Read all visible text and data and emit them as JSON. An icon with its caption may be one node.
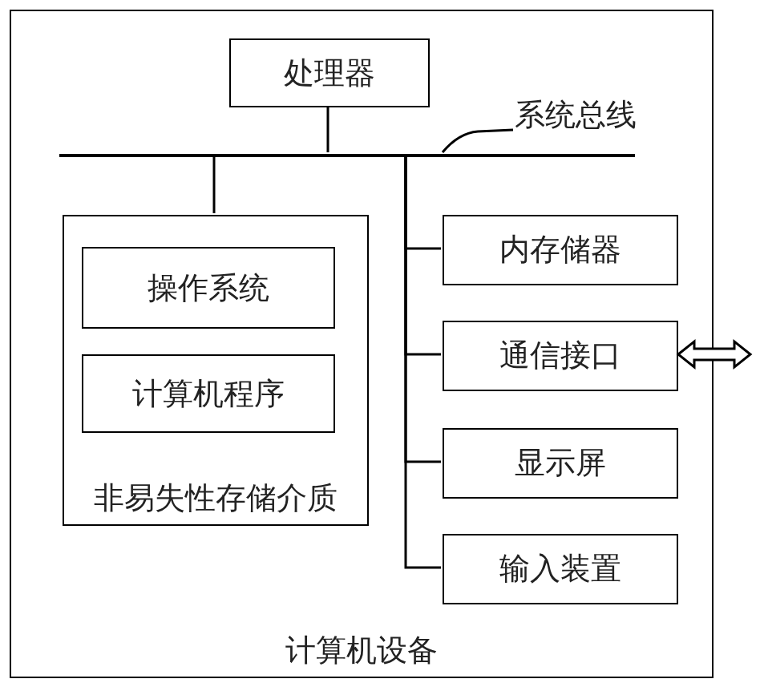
{
  "diagram": {
    "nodes": [
      {
        "text": [
          "计算机设备"
        ]
      },
      {
        "text": [
          "处理器"
        ],
        "in": 0
      },
      {
        "text": [
          "系统总线"
        ],
        "in": 0
      },
      {
        "text": [],
        "shape": "bar",
        "in": 0
      },
      {
        "text": [
          "非易失性存储介质"
        ],
        "in": 0
      },
      {
        "text": [
          "操作系统"
        ],
        "in": 4
      },
      {
        "text": [
          "计算机程序"
        ],
        "in": 4
      },
      {
        "text": [
          "内存储器"
        ],
        "in": 0
      },
      {
        "text": [
          "通信接口"
        ],
        "in": 0
      },
      {
        "text": [
          "显示屏"
        ],
        "in": 0
      },
      {
        "text": [
          "输入装置"
        ],
        "in": 0
      }
    ],
    "edges": [
      {
        "from": 1,
        "to": 3,
        "arrow": "none"
      },
      {
        "from": 2,
        "to": 3,
        "arrow": "none"
      },
      {
        "from": 3,
        "to": 4,
        "arrow": "none"
      },
      {
        "from": 3,
        "to": 7,
        "arrow": "none"
      },
      {
        "from": 3,
        "to": 8,
        "arrow": "none"
      },
      {
        "from": 3,
        "to": 9,
        "arrow": "none"
      },
      {
        "from": 3,
        "to": 10,
        "arrow": "none"
      },
      {
        "from": 8,
        "to": null,
        "arrow": "both"
      }
    ]
  }
}
